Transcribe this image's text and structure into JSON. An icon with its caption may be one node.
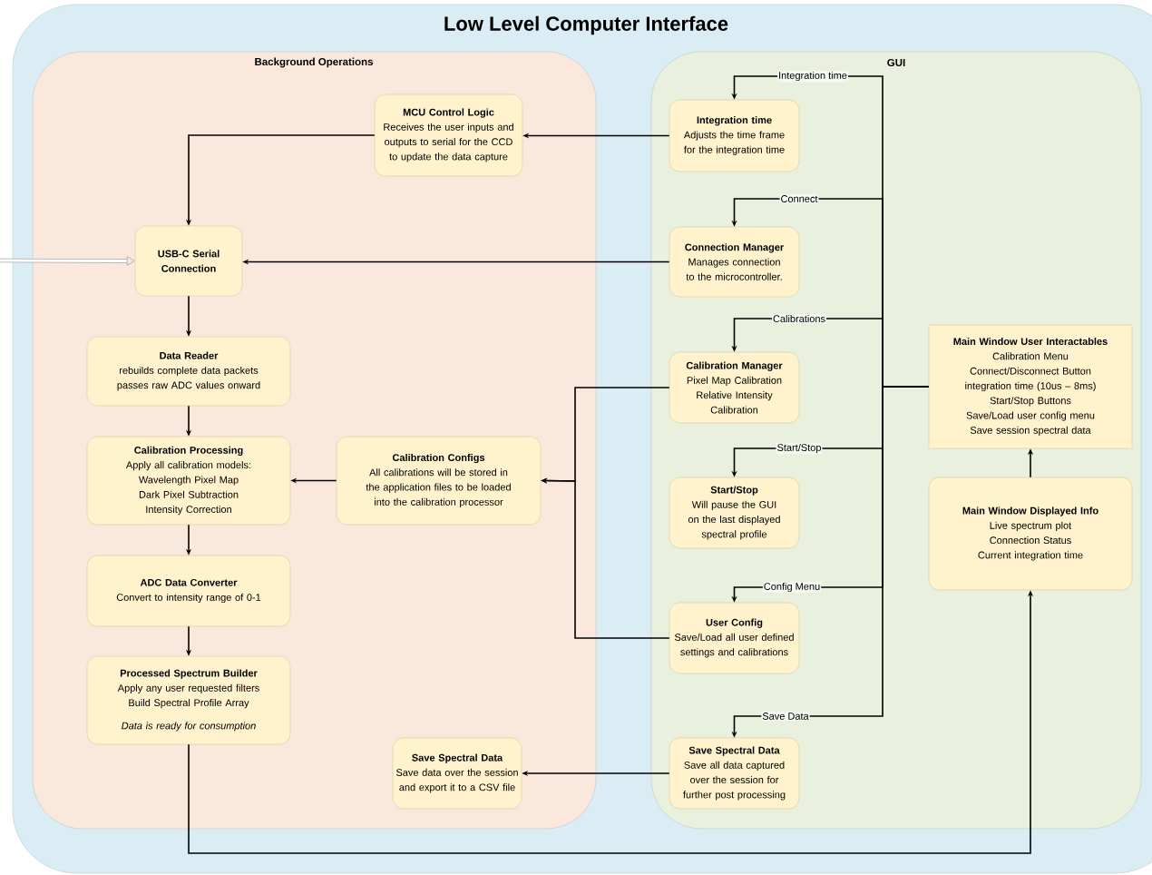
{
  "diagram": {
    "title": "Low Level Computer Interface",
    "nodes": [
      {
        "text": [],
        "shape": "box"
      },
      {
        "text": [
          "Background Operations"
        ],
        "in": 0
      },
      {
        "text": [
          "GUI"
        ],
        "in": 0
      },
      {
        "text": [
          "MCU Control Logic",
          "Receives the user inputs and outputs to serial for the CCD to update the data capture"
        ],
        "in": 1
      },
      {
        "text": [
          "USB-C Serial Connection"
        ],
        "in": 1
      },
      {
        "text": [
          "Data Reader",
          "rebuilds complete data packets",
          "passes raw ADC values onward"
        ],
        "in": 1
      },
      {
        "text": [
          "Calibration Processing",
          "Apply all calibration models:",
          "Wavelength Pixel Map",
          "Dark Pixel Subtraction",
          "Intensity Correction"
        ],
        "in": 1
      },
      {
        "text": [
          "Calibration Configs",
          "All calibrations will be stored in the application files to be loaded into the calibration processor"
        ],
        "in": 1
      },
      {
        "text": [
          "ADC Data Converter",
          "Convert to intensity range of 0-1"
        ],
        "in": 1
      },
      {
        "text": [
          "Processed Spectrum Builder",
          "Apply any user requested filters",
          "Build Spectral Profile Array",
          "Data is ready for consumption"
        ],
        "in": 1
      },
      {
        "text": [
          "Save Spectral Data",
          "Save data over the session and export it to a CSV file"
        ],
        "in": 1
      },
      {
        "text": [
          "Integration time",
          "Adjusts the time frame for the integration time"
        ],
        "in": 2
      },
      {
        "text": [
          "Connection Manager",
          "Manages connection to the microcontroller."
        ],
        "in": 2
      },
      {
        "text": [
          "Calibration Manager",
          "Pixel Map Calibration",
          "Relative Intensity Calibration"
        ],
        "in": 2
      },
      {
        "text": [
          "Start/Stop",
          "Will pause the GUI on the last displayed spectral profile"
        ],
        "in": 2
      },
      {
        "text": [
          "User Config",
          "Save/Load all user defined settings and calibrations"
        ],
        "in": 2
      },
      {
        "text": [
          "Save Spectral Data",
          "Save all data captured over the session for further post processing"
        ],
        "in": 2
      },
      {
        "text": [
          "Main Window User Interactables",
          "Calibration Menu",
          "Connect/Disconnect Button",
          "integration time (10us – 8ms)",
          "Start/Stop Buttons",
          "Save/Load user config menu",
          "Save session spectral data"
        ],
        "in": 2
      },
      {
        "text": [
          "Main Window Displayed Info",
          "Live spectrum plot",
          "Connection Status",
          "Current integration time"
        ],
        "in": 2
      }
    ],
    "edges": [
      {
        "from": 17,
        "to": 11,
        "arrow": "to",
        "label": "Integration time"
      },
      {
        "from": 17,
        "to": 12,
        "arrow": "to",
        "label": "Connect"
      },
      {
        "from": 17,
        "to": 13,
        "arrow": "to",
        "label": "Calibrations"
      },
      {
        "from": 17,
        "to": 14,
        "arrow": "to",
        "label": "Start/Stop"
      },
      {
        "from": 17,
        "to": 15,
        "arrow": "to",
        "label": "Config Menu"
      },
      {
        "from": 17,
        "to": 16,
        "arrow": "to",
        "label": "Save Data"
      },
      {
        "from": 11,
        "to": 3,
        "arrow": "to"
      },
      {
        "from": 12,
        "to": 4,
        "arrow": "to"
      },
      {
        "from": 3,
        "to": 4,
        "arrow": "to"
      },
      {
        "from": null,
        "to": 4,
        "arrow": "to",
        "style": "thick",
        "color": "#a6a6a6"
      },
      {
        "from": 4,
        "to": 5,
        "arrow": "to"
      },
      {
        "from": 5,
        "to": 6,
        "arrow": "to"
      },
      {
        "from": 6,
        "to": 8,
        "arrow": "to"
      },
      {
        "from": 8,
        "to": 9,
        "arrow": "to"
      },
      {
        "from": 7,
        "to": 6,
        "arrow": "to"
      },
      {
        "from": 13,
        "to": 7,
        "arrow": "to"
      },
      {
        "from": 15,
        "to": 7,
        "arrow": "to"
      },
      {
        "from": 16,
        "to": 10,
        "arrow": "to"
      },
      {
        "from": 9,
        "to": 18,
        "arrow": "to"
      },
      {
        "from": 18,
        "to": 17,
        "arrow": "to"
      }
    ]
  }
}
